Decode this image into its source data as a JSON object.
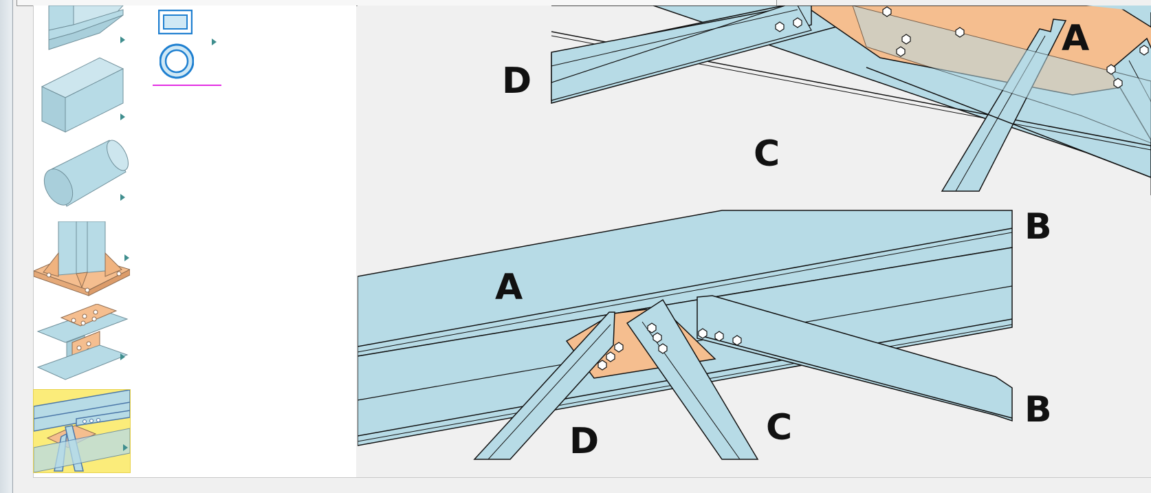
{
  "profile_list": {
    "items": [
      {
        "icon": "t-beam-profile-icon"
      },
      {
        "icon": "rectangular-tube-profile-icon"
      },
      {
        "icon": "round-tube-profile-icon"
      },
      {
        "icon": "column-base-plate-icon"
      },
      {
        "icon": "beam-splice-plate-icon"
      },
      {
        "icon": "gusset-plate-connection-icon",
        "selected": true
      }
    ],
    "sub_options": [
      {
        "icon": "rectangle-section-icon"
      },
      {
        "icon": "circle-section-icon"
      }
    ]
  },
  "preview": {
    "top_view": {
      "labels": [
        "A",
        "D",
        "C"
      ]
    },
    "bottom_view": {
      "labels": [
        "A",
        "B",
        "B",
        "C",
        "D"
      ]
    }
  },
  "colors": {
    "steel": "#b7dbe6",
    "plate": "#f5be8f",
    "accent_line": "#e32de3",
    "selection": "#fbec7a",
    "arrow": "#3f8e8e"
  }
}
